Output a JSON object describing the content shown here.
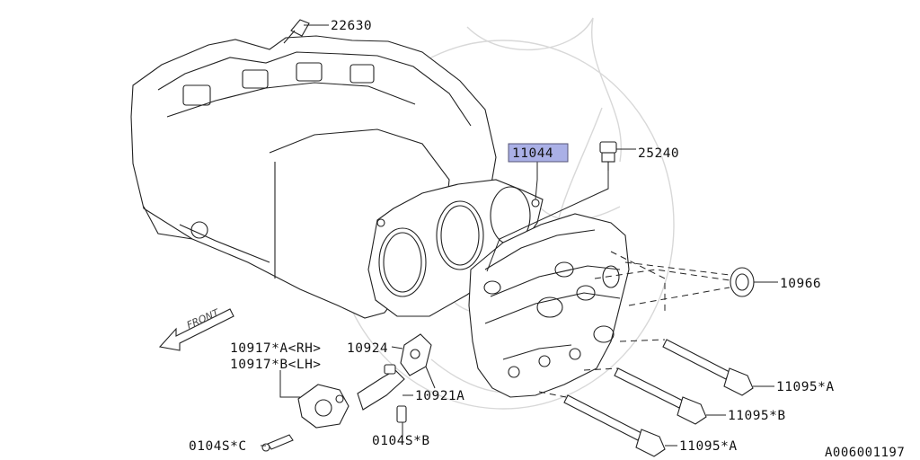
{
  "diagram": {
    "figure_id": "A006001197",
    "direction_label": "FRONT",
    "highlight_color": "#aab0e6",
    "callouts": [
      {
        "id": "c22630",
        "text": "22630"
      },
      {
        "id": "c11044",
        "text": "11044",
        "highlighted": true
      },
      {
        "id": "c25240",
        "text": "25240"
      },
      {
        "id": "c10966",
        "text": "10966"
      },
      {
        "id": "c10917a",
        "text": "10917*A<RH>"
      },
      {
        "id": "c10917b",
        "text": "10917*B<LH>"
      },
      {
        "id": "c10924",
        "text": "10924"
      },
      {
        "id": "c10921a",
        "text": "10921A"
      },
      {
        "id": "c11095a1",
        "text": "11095*A"
      },
      {
        "id": "c11095b",
        "text": "11095*B"
      },
      {
        "id": "c11095a2",
        "text": "11095*A"
      },
      {
        "id": "c0104sc",
        "text": "0104S*C"
      },
      {
        "id": "c0104sb",
        "text": "0104S*B"
      }
    ]
  }
}
